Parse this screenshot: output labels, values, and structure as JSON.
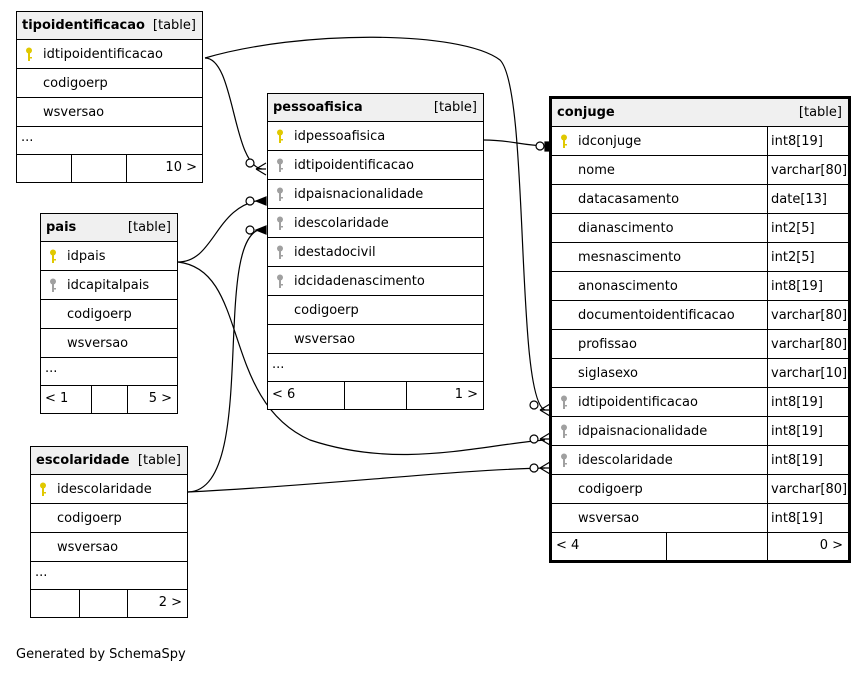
{
  "footer_text": "Generated by SchemaSpy",
  "colors": {
    "primary_key": "#e0c800",
    "foreign_key": "#a0a0a0",
    "header_bg": "#f0f0f0"
  },
  "tables": {
    "tipoidentificacao": {
      "name": "tipoidentificacao",
      "type": "[table]",
      "columns": [
        "idtipoidentificacao",
        "codigoerp",
        "wsversao"
      ],
      "more": "...",
      "nav_left": "",
      "nav_right": "10 >"
    },
    "pais": {
      "name": "pais",
      "type": "[table]",
      "columns": [
        "idpais",
        "idcapitalpais",
        "codigoerp",
        "wsversao"
      ],
      "more": "...",
      "nav_left": "< 1",
      "nav_right": "5 >"
    },
    "escolaridade": {
      "name": "escolaridade",
      "type": "[table]",
      "columns": [
        "idescolaridade",
        "codigoerp",
        "wsversao"
      ],
      "more": "...",
      "nav_left": "",
      "nav_right": "2 >"
    },
    "pessoafisica": {
      "name": "pessoafisica",
      "type": "[table]",
      "columns": [
        "idpessoafisica",
        "idtipoidentificacao",
        "idpaisnacionalidade",
        "idescolaridade",
        "idestadocivil",
        "idcidadenascimento",
        "codigoerp",
        "wsversao"
      ],
      "more": "...",
      "nav_left": "< 6",
      "nav_right": "1 >"
    },
    "conjuge": {
      "name": "conjuge",
      "type": "[table]",
      "columns": [
        {
          "name": "idconjuge",
          "type": "int8[19]"
        },
        {
          "name": "nome",
          "type": "varchar[80]"
        },
        {
          "name": "datacasamento",
          "type": "date[13]"
        },
        {
          "name": "dianascimento",
          "type": "int2[5]"
        },
        {
          "name": "mesnascimento",
          "type": "int2[5]"
        },
        {
          "name": "anonascimento",
          "type": "int8[19]"
        },
        {
          "name": "documentoidentificacao",
          "type": "varchar[80]"
        },
        {
          "name": "profissao",
          "type": "varchar[80]"
        },
        {
          "name": "siglasexo",
          "type": "varchar[10]"
        },
        {
          "name": "idtipoidentificacao",
          "type": "int8[19]"
        },
        {
          "name": "idpaisnacionalidade",
          "type": "int8[19]"
        },
        {
          "name": "idescolaridade",
          "type": "int8[19]"
        },
        {
          "name": "codigoerp",
          "type": "varchar[80]"
        },
        {
          "name": "wsversao",
          "type": "int8[19]"
        }
      ],
      "nav_left": "< 4",
      "nav_right": "0 >"
    }
  }
}
